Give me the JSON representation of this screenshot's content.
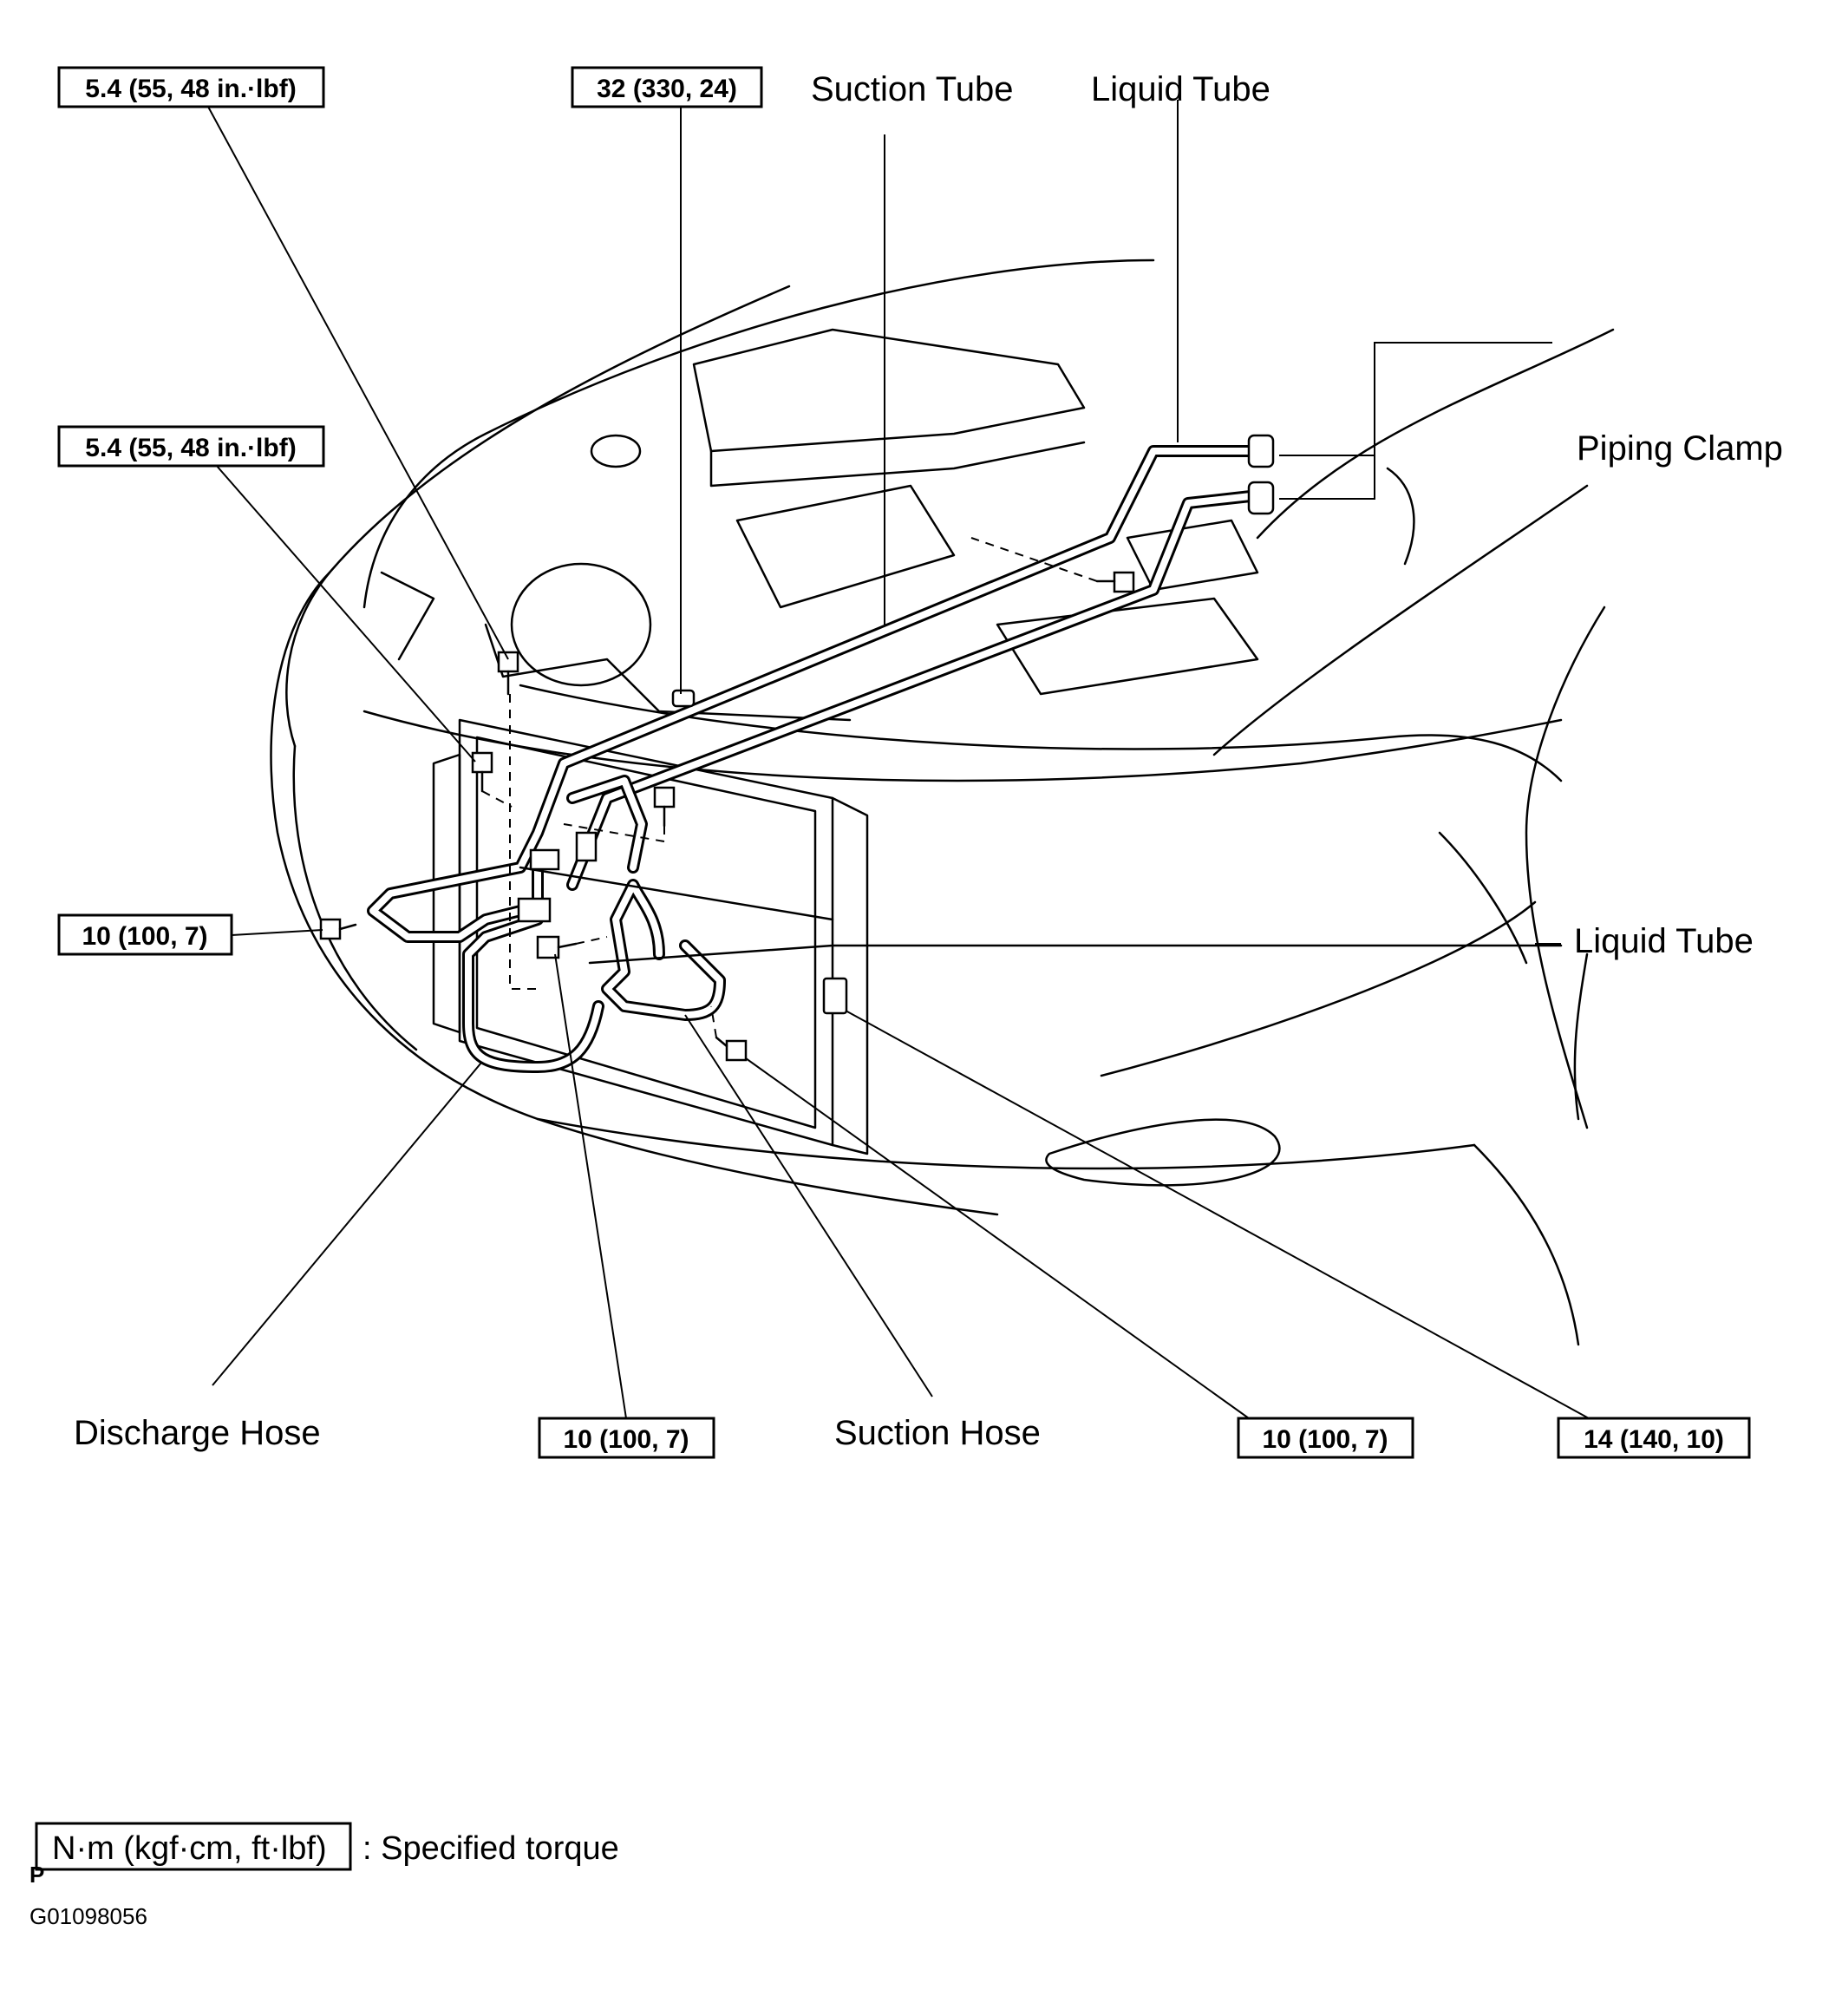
{
  "labels": {
    "suction_tube": "Suction Tube",
    "liquid_tube_top": "Liquid Tube",
    "piping_clamp": "Piping Clamp",
    "liquid_tube_right": "Liquid Tube",
    "discharge_hose": "Discharge Hose",
    "suction_hose": "Suction Hose"
  },
  "torques": {
    "top_left": "5.4 (55, 48 in.·lbf)",
    "top_center": "32 (330, 24)",
    "mid_left": "5.4 (55, 48 in.·lbf)",
    "left_bolt": "10 (100, 7)",
    "bottom_center": "10 (100, 7)",
    "bottom_right": "10 (100, 7)",
    "bottom_far_right": "14 (140, 10)"
  },
  "legend": {
    "box_text": "N·m (kgf·cm, ft·lbf)",
    "description": ": Specified torque",
    "marker": "P"
  },
  "figure_id": "G01098056"
}
